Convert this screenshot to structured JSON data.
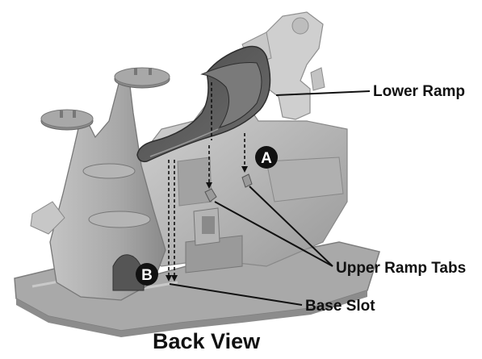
{
  "labels": {
    "lower_ramp": "Lower Ramp",
    "upper_ramp_tabs": "Upper Ramp Tabs",
    "base_slot": "Base Slot",
    "view_title": "Back View"
  },
  "markers": {
    "a": "A",
    "b": "B"
  },
  "colors": {
    "toy_body": "#b9b9b9",
    "toy_shadow": "#8e8e8e",
    "toy_highlight": "#dcdcdc",
    "ramp": "#5a5a5a",
    "ramp_edge": "#8a8a8a",
    "ink": "#111111"
  }
}
